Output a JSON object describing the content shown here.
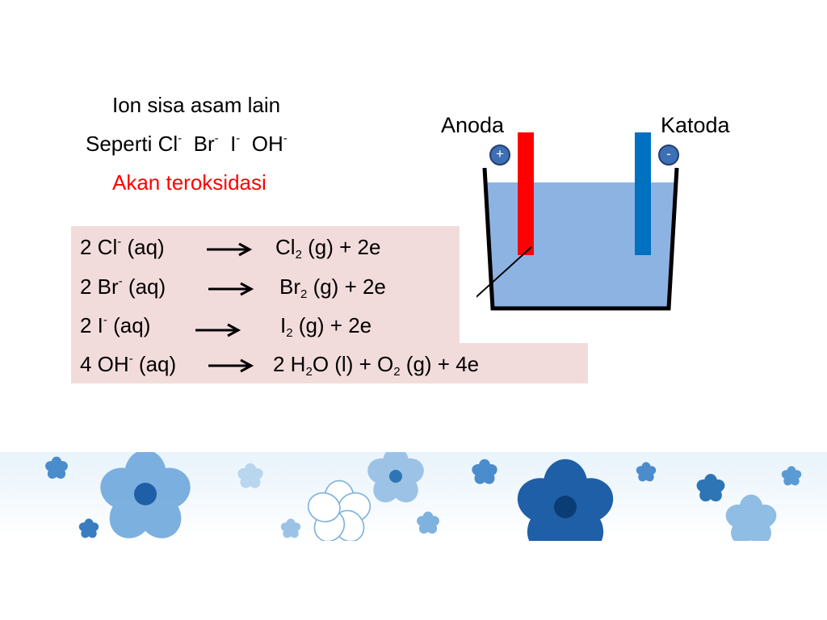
{
  "intro": {
    "line1": "Ion sisa asam lain",
    "line2": {
      "prefix": "Seperti Cl",
      "sup1": "-",
      "ion2": "Br",
      "sup2": "-",
      "ion3": "I",
      "sup3": "-",
      "ion4": "OH",
      "sup4": "-"
    },
    "line3": "Akan teroksidasi"
  },
  "cell": {
    "anode_label": "Anoda",
    "cathode_label": "Katoda",
    "anode_sign": "+",
    "cathode_sign": "-",
    "anode_color": "#ff0000",
    "cathode_color": "#0070c0",
    "solution_color": "#8db3e2"
  },
  "reactions": [
    {
      "lhs": "2 Cl",
      "lhs_sup": "-",
      "lhs_tail": " (aq)",
      "p1": "Cl",
      "p1_sub": "2",
      "p1_tail": " (g)  + 2e"
    },
    {
      "lhs": "2 Br",
      "lhs_sup": "-",
      "lhs_tail": " (aq)",
      "p1": "Br",
      "p1_sub": "2",
      "p1_tail": " (g)  + 2e"
    },
    {
      "lhs": "2 I",
      "lhs_sup": "-",
      "lhs_tail": " (aq)",
      "p1": "I",
      "p1_sub": "2",
      "p1_tail": " (g)  + 2e"
    },
    {
      "lhs": "4 OH",
      "lhs_sup": "-",
      "lhs_tail": " (aq)",
      "p1": "2 H",
      "p1_sub": "2",
      "p1_tail": "O  (l) +  O",
      "p2_sub": "2",
      "p2_tail": " (g)  + 4e"
    }
  ],
  "colors": {
    "highlight_box": "#f2dcdb",
    "emphasis_text": "#ff0000"
  }
}
